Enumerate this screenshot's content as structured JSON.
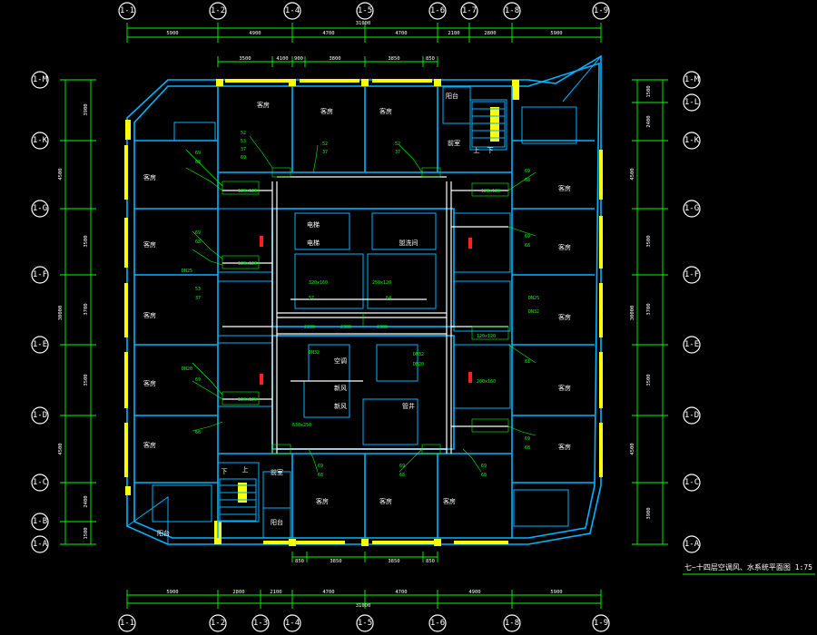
{
  "drawing": {
    "title": "七~十四层空调风、水系统平面图 1:75",
    "axes_top": [
      "1-1",
      "1-2",
      "1-4",
      "1-5",
      "1-6",
      "1-7",
      "1-8",
      "1-9"
    ],
    "axes_bottom": [
      "1-1",
      "1-2",
      "1-3",
      "1-4",
      "1-5",
      "1-6",
      "1-8",
      "1-9"
    ],
    "axes_left": [
      "1-M",
      "1-K",
      "1-G",
      "1-F",
      "1-E",
      "1-D",
      "1-C",
      "1-B",
      "1-A"
    ],
    "axes_right": [
      "1-M",
      "1-L",
      "1-K",
      "1-G",
      "1-F",
      "1-E",
      "1-D",
      "1-C",
      "1-A"
    ],
    "dims_top_segments": [
      "5900",
      "4900",
      "4700",
      "4700",
      "2100",
      "2800",
      "5900"
    ],
    "dims_top_total": "31000",
    "dims_top_inner": [
      "3500",
      "4100",
      "900",
      "3800",
      "3850",
      "850"
    ],
    "dims_bottom_segments": [
      "5900",
      "2800",
      "2100",
      "4700",
      "4700",
      "4900",
      "5900"
    ],
    "dims_bottom_total": "31000",
    "dims_bottom_inner": [
      "850",
      "3850",
      "3850",
      "850"
    ],
    "dims_left_segments": [
      "3900",
      "4500",
      "3500",
      "3700",
      "3500",
      "4500",
      "2400",
      "1500"
    ],
    "dims_left_total": "30000",
    "dims_right_segments": [
      "1500",
      "2400",
      "4500",
      "3500",
      "3700",
      "3500",
      "4500",
      "3900"
    ],
    "dims_right_total": "30000",
    "rooms": {
      "guest": "客房",
      "balcony": "阳台",
      "front_room": "前室",
      "lift": "电梯",
      "stair_down": "下",
      "stair_up": "上",
      "pipe_room": "管井",
      "ac_room": "空调",
      "fresh_air": "新风",
      "washroom": "盥洗间"
    },
    "ducts": {
      "d1": "120x120",
      "d2": "320x160",
      "d3": "250x120",
      "d4": "200x160",
      "d5": "2200",
      "d6": "2300",
      "d7": "2300",
      "d8": "DN32",
      "d9": "DN25",
      "d10": "DN20",
      "d11": "630x250"
    },
    "tags": [
      "52",
      "53",
      "37",
      "69",
      "68",
      "81",
      "64",
      "57"
    ]
  }
}
